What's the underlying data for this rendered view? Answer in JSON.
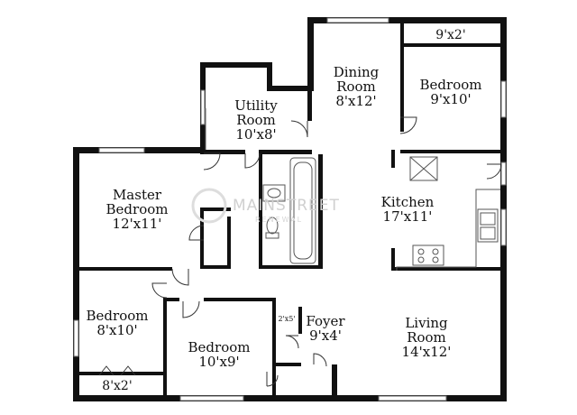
{
  "rooms": {
    "dining": {
      "name_line1": "Dining",
      "name_line2": "Room",
      "size": "8'x12'"
    },
    "bedroom_ne": {
      "name": "Bedroom",
      "size": "9'x10'"
    },
    "closet_ne": {
      "size": "9'x2'"
    },
    "utility": {
      "name_line1": "Utility",
      "name_line2": "Room",
      "size": "10'x8'"
    },
    "master": {
      "name_line1": "Master",
      "name_line2": "Bedroom",
      "size": "12'x11'"
    },
    "kitchen": {
      "name": "Kitchen",
      "size": "17'x11'"
    },
    "bedroom_sw": {
      "name": "Bedroom",
      "size": "8'x10'"
    },
    "closet_sw": {
      "size": "8'x2'"
    },
    "bedroom_s": {
      "name": "Bedroom",
      "size": "10'x9'"
    },
    "foyer": {
      "name": "Foyer",
      "size": "9'x4'"
    },
    "closet_foyer": {
      "size": "2'x5'"
    },
    "living": {
      "name_line1": "Living",
      "name_line2": "Room",
      "size": "14'x12'"
    }
  },
  "watermark": {
    "brand": "MAINSTREET",
    "sub": "RENEWAL"
  },
  "colors": {
    "wall": "#111111",
    "background": "#ffffff",
    "fixture": "#555555"
  }
}
